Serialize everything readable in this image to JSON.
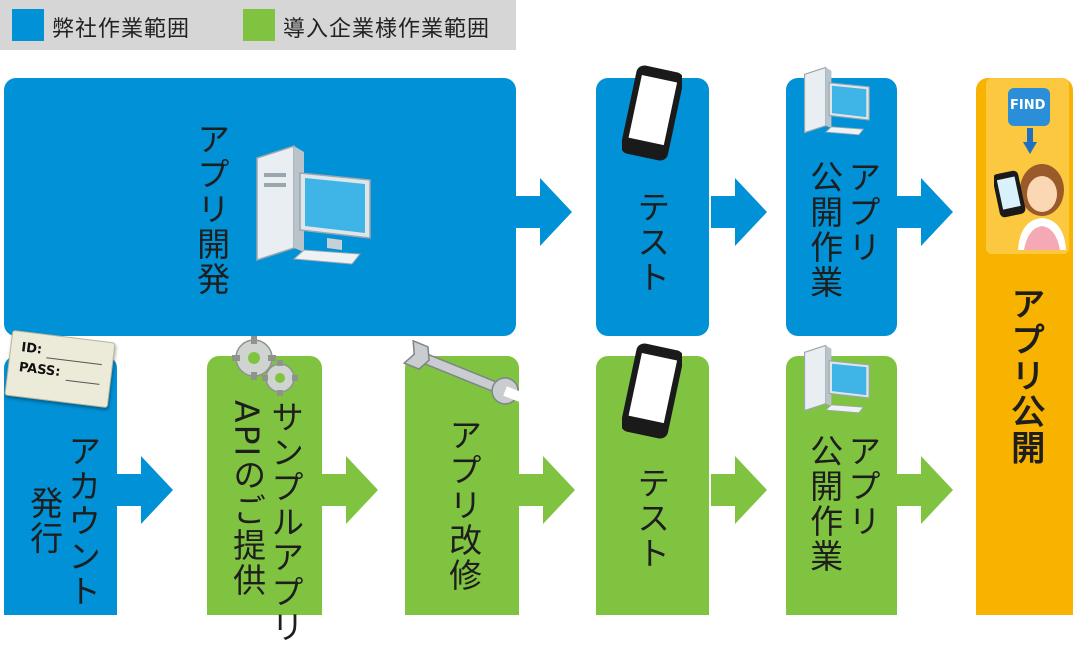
{
  "legend": {
    "own_scope": "弊社作業範囲",
    "client_scope": "導入企業様作業範囲"
  },
  "colors": {
    "blue": "#0091d6",
    "green": "#80c340",
    "orange": "#f8b300",
    "legend_bg": "#d6d6d6"
  },
  "top_row": {
    "dev": "アプリ開発",
    "test": "テスト",
    "publish_col1": "アプリ",
    "publish_col2": "公開作業"
  },
  "bottom_row": {
    "account_col1": "アカウント",
    "account_col2": "発行",
    "sample_col1": "サンプルアプリ",
    "sample_col2": "APIのご提供",
    "modify": "アプリ改修",
    "test": "テスト",
    "publish_col1": "アプリ",
    "publish_col2": "公開作業"
  },
  "release": {
    "label": "アプリ公開",
    "logo": "FIND"
  },
  "id_card": {
    "id_label": "ID:",
    "pass_label": "PASS:"
  },
  "icons": [
    "computer-icon",
    "smartphone-icon",
    "id-card-icon",
    "gears-icon",
    "wrench-icon",
    "person-phone-icon",
    "find-logo-icon"
  ]
}
